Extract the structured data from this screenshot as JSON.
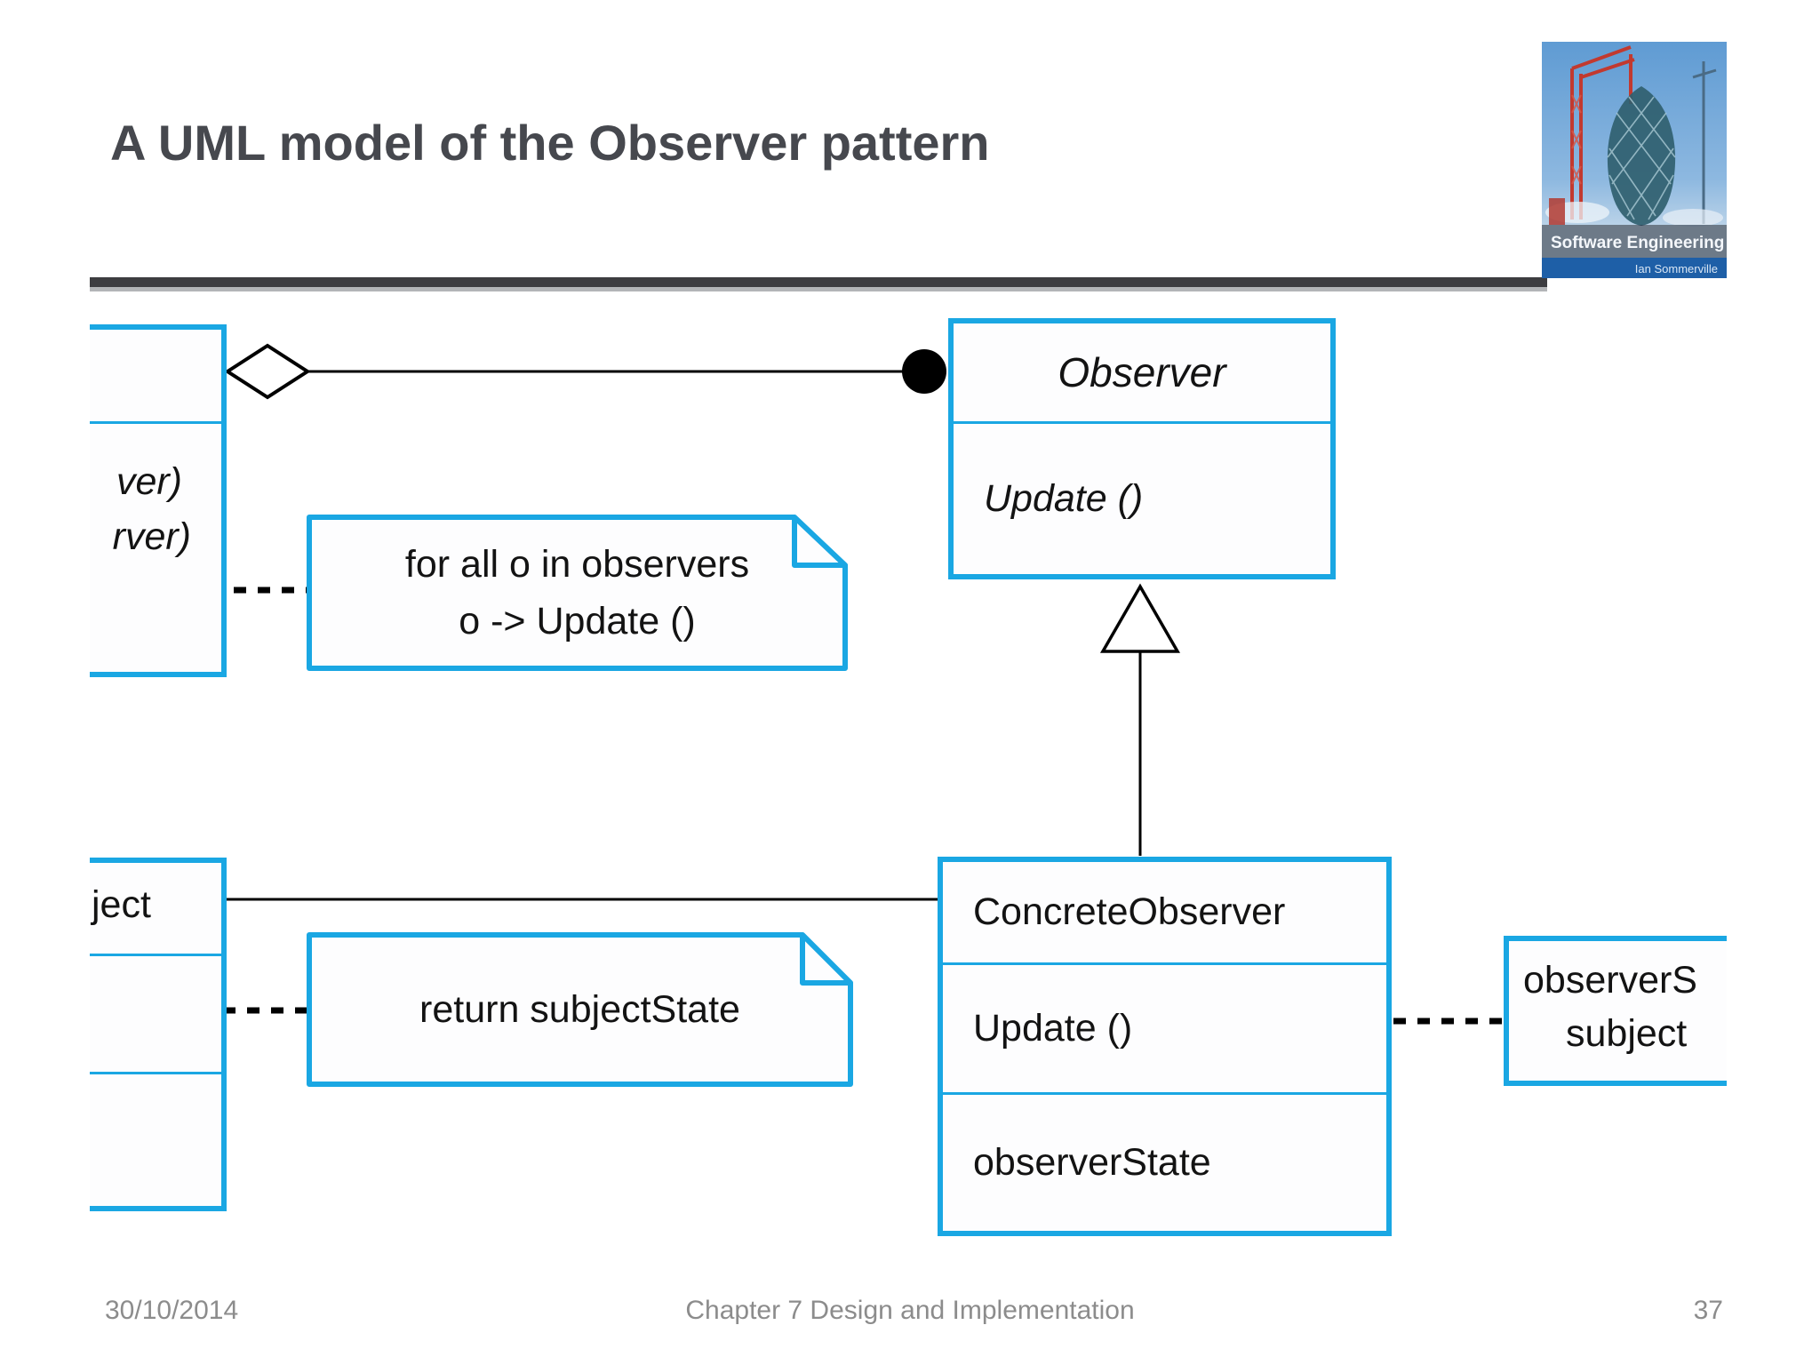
{
  "slide": {
    "title": "A UML model of the Observer pattern"
  },
  "footer": {
    "date": "30/10/2014",
    "center": "Chapter 7 Design and Implementation",
    "page": "37"
  },
  "logo": {
    "title": "Software Engineering",
    "author": "Ian Sommerville"
  },
  "colors": {
    "accent_cyan": "#1aa7e3",
    "line_black": "#000000",
    "title_text": "#46484e",
    "footer_text": "#8c8c8c",
    "rule_dark": "#3d3d40",
    "rule_light": "#b3b5b7"
  },
  "diagram": {
    "subject_class_clipped": {
      "method_line1_fragment": "ver)",
      "method_line2_fragment": "rver)"
    },
    "note_notify": {
      "line1": "for all o in observers",
      "line2": "o -> Update ()"
    },
    "observer_class": {
      "name": "Observer",
      "method": "Update ()"
    },
    "concrete_observer_class": {
      "name": "ConcreteObserver",
      "method": "Update ()",
      "attribute": "observerState"
    },
    "concrete_subject_class_clipped": {
      "name_fragment": "ject"
    },
    "note_getstate": {
      "text": "return subjectState"
    },
    "note_update_clipped": {
      "line1_fragment": "observerS",
      "line2_fragment": "subject"
    }
  }
}
